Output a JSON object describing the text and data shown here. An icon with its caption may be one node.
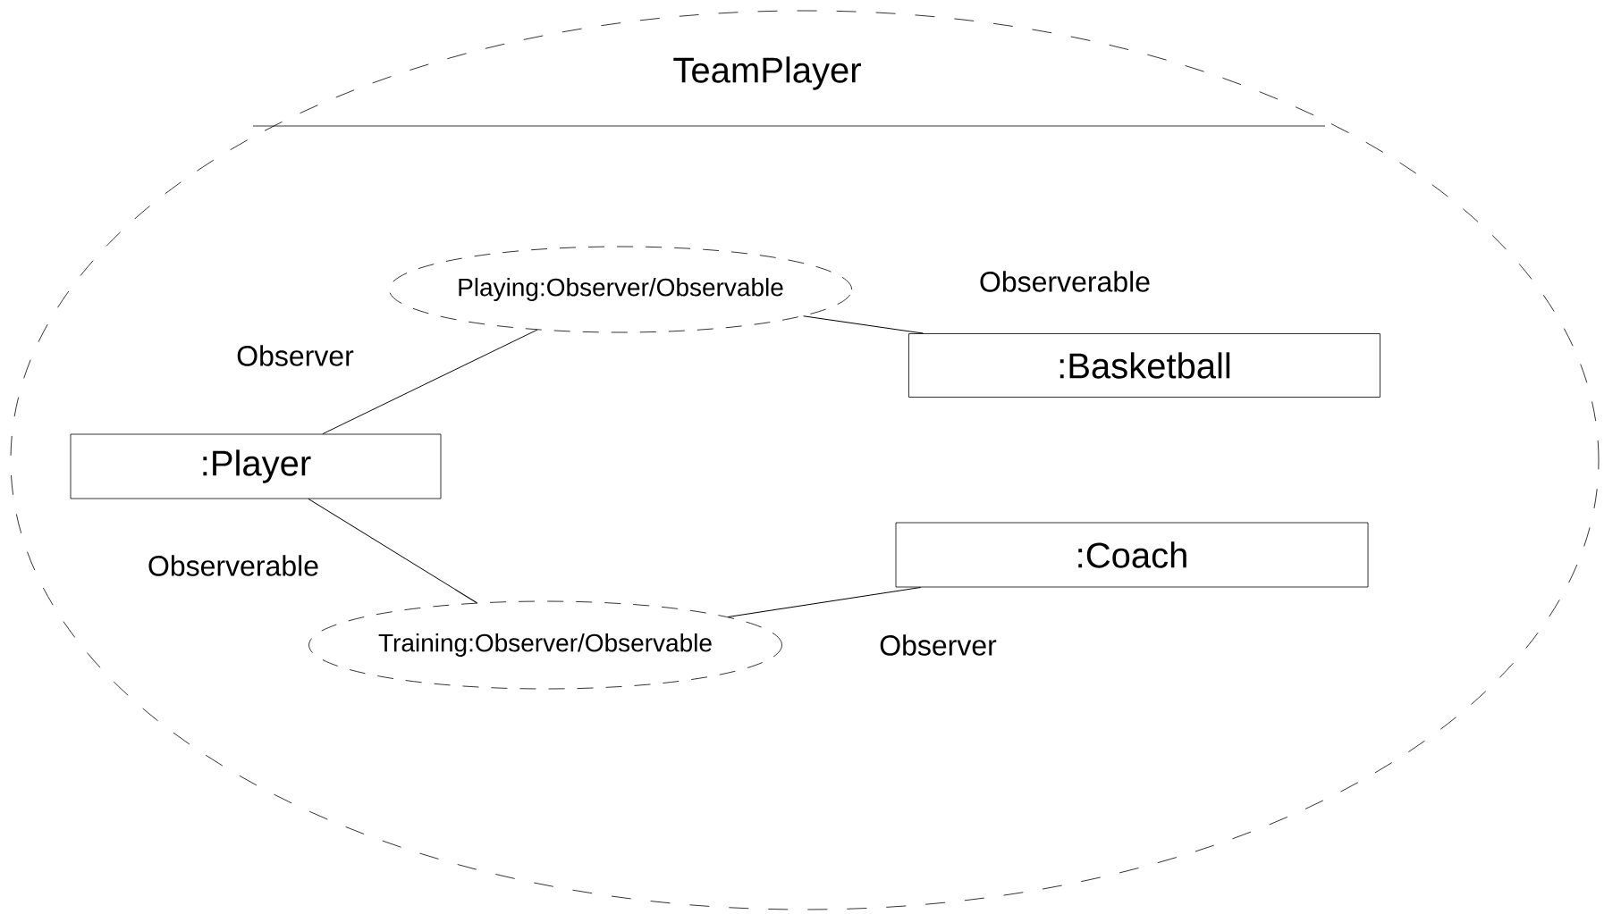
{
  "diagram": {
    "nodes": [
      {
        "text": [
          "TeamPlayer"
        ]
      },
      {
        "text": [
          "Playing:Observer/Observable"
        ],
        "in": 0
      },
      {
        "text": [
          ":Basketball"
        ],
        "in": 0
      },
      {
        "text": [
          ":Player"
        ],
        "in": 0
      },
      {
        "text": [
          ":Coach"
        ],
        "in": 0
      },
      {
        "text": [
          "Training:Observer/Observable"
        ],
        "in": 0
      }
    ],
    "edges": [
      {
        "from": 1,
        "to": 3,
        "arrow": "none"
      },
      {
        "from": 1,
        "to": 2,
        "arrow": "none"
      },
      {
        "from": 3,
        "to": 5,
        "arrow": "none"
      },
      {
        "from": 5,
        "to": 4,
        "arrow": "none"
      }
    ],
    "labels": [
      "Observerable",
      "Observer",
      "Observerable",
      "Observer"
    ]
  }
}
